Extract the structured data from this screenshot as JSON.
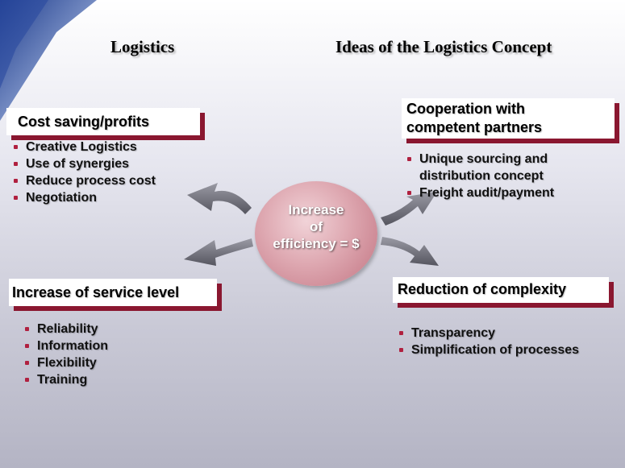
{
  "slide": {
    "title_left": "Logistics",
    "title_right": "Ideas of the Logistics Concept"
  },
  "center": {
    "lines": [
      "Increase",
      "of",
      "efficiency = $"
    ]
  },
  "boxes": {
    "cost": {
      "title": "Cost saving/profits",
      "items": [
        "Creative Logistics",
        "Use of synergies",
        "Reduce process cost",
        "Negotiation"
      ]
    },
    "cooperation": {
      "title_lines": [
        "Cooperation with",
        "competent partners"
      ],
      "items": [
        {
          "lines": [
            "Unique sourcing and",
            "distribution concept"
          ]
        },
        {
          "lines": [
            "Freight audit/payment"
          ]
        }
      ]
    },
    "service": {
      "title": "Increase of service level",
      "items": [
        "Reliability",
        "Information",
        "Flexibility",
        "Training"
      ]
    },
    "complexity": {
      "title": "Reduction of complexity",
      "items": [
        "Transparency",
        "Simplification of processes"
      ]
    }
  },
  "colors": {
    "accent_red": "#8a1730",
    "bullet_red": "#b0203f",
    "circle_pink": "#dea8b1",
    "arrow_gray": "#6e6e78"
  },
  "icons": {
    "arrow": "curved-arrow-icon",
    "bullet": "square-bullet"
  }
}
